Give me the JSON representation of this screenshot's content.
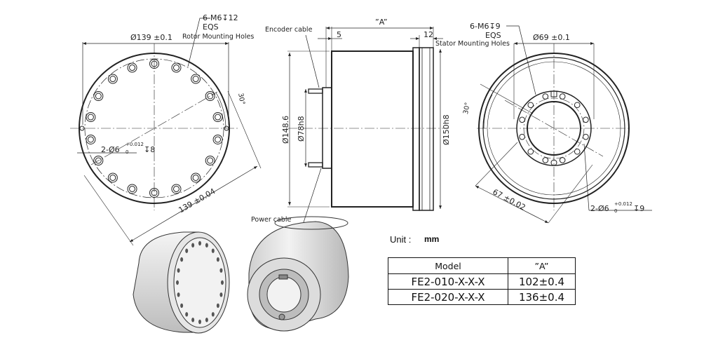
{
  "labels": {
    "rotor_holes": "6-M6↧12",
    "rotor_eqs": "EQS",
    "rotor_holes_title": "Rotor Mounting Holes",
    "rotor_od": "Ø139 ±0.1",
    "rotor_angle": "30°",
    "rotor_pin": "2-Ø6",
    "rotor_pin_tol": "+0.012",
    "rotor_pin_tol_low": "0",
    "rotor_pin_depth": "↧8",
    "rotor_pcd": "139 ±0.04",
    "encoder_cable": "Encoder cable",
    "dim_a": "”A”",
    "dim_5": "5",
    "dim_12": "12",
    "dia_1486": "Ø148.6",
    "dia_78": "Ø78h8",
    "dia_150": "Ø150h8",
    "power_cable": "Power cable",
    "stator_holes": "6-M6↧9",
    "stator_eqs": "EQS",
    "stator_holes_title": "Stator Mounting Holes",
    "stator_id": "Ø69 ±0.1",
    "stator_angle": "30°",
    "stator_pcd": "67 ±0.02",
    "stator_pin": "2-Ø6",
    "stator_pin_tol": "+0.012",
    "stator_pin_tol_low": "0",
    "stator_pin_depth": "↧9",
    "unit_label": "Unit :",
    "unit_value": "mm"
  },
  "table": {
    "headers": [
      "Model",
      "”A”"
    ],
    "rows": [
      [
        "FE2-010-X-X-X",
        "102±0.4"
      ],
      [
        "FE2-020-X-X-X",
        "136±0.4"
      ]
    ]
  }
}
